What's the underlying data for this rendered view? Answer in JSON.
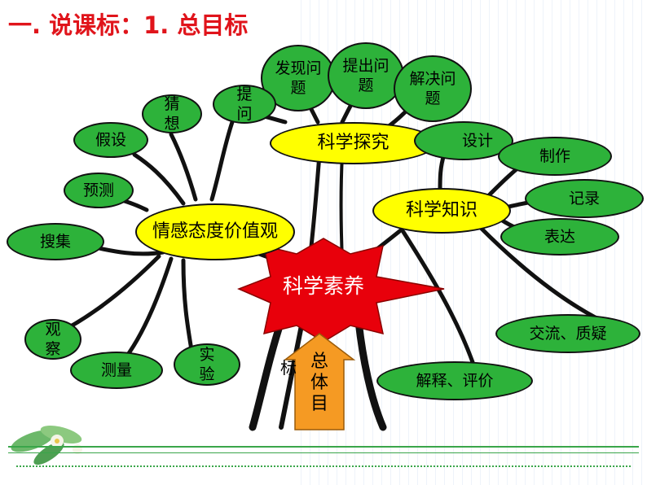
{
  "slide": {
    "title": "一.  说课标：1. 总目标"
  },
  "center": {
    "label": "科学素养"
  },
  "arrow": {
    "label": "总体目",
    "side": "标"
  },
  "hubs": {
    "attitude": "情感态度价值观",
    "inquiry": "科学探究",
    "knowledge": "科学知识"
  },
  "nodes": {
    "discover": "发现问题",
    "raise": "提出问题",
    "solve": "解决问题",
    "ask": "提问",
    "guess": "猜想",
    "hypothesis": "假设",
    "predict": "预测",
    "collect": "搜集",
    "observe": "观察",
    "measure": "测量",
    "experiment": "实验",
    "design": "设计",
    "make": "制作",
    "record": "记录",
    "express": "表达",
    "exchange": "交流、质疑",
    "explain": "解释、评价"
  },
  "colors": {
    "title": "#e0141b",
    "leaf_node": "#2db23a",
    "hub_node": "#ffff00",
    "star": "#e8000b",
    "arrow": "#f59a23",
    "branch": "#111111"
  }
}
